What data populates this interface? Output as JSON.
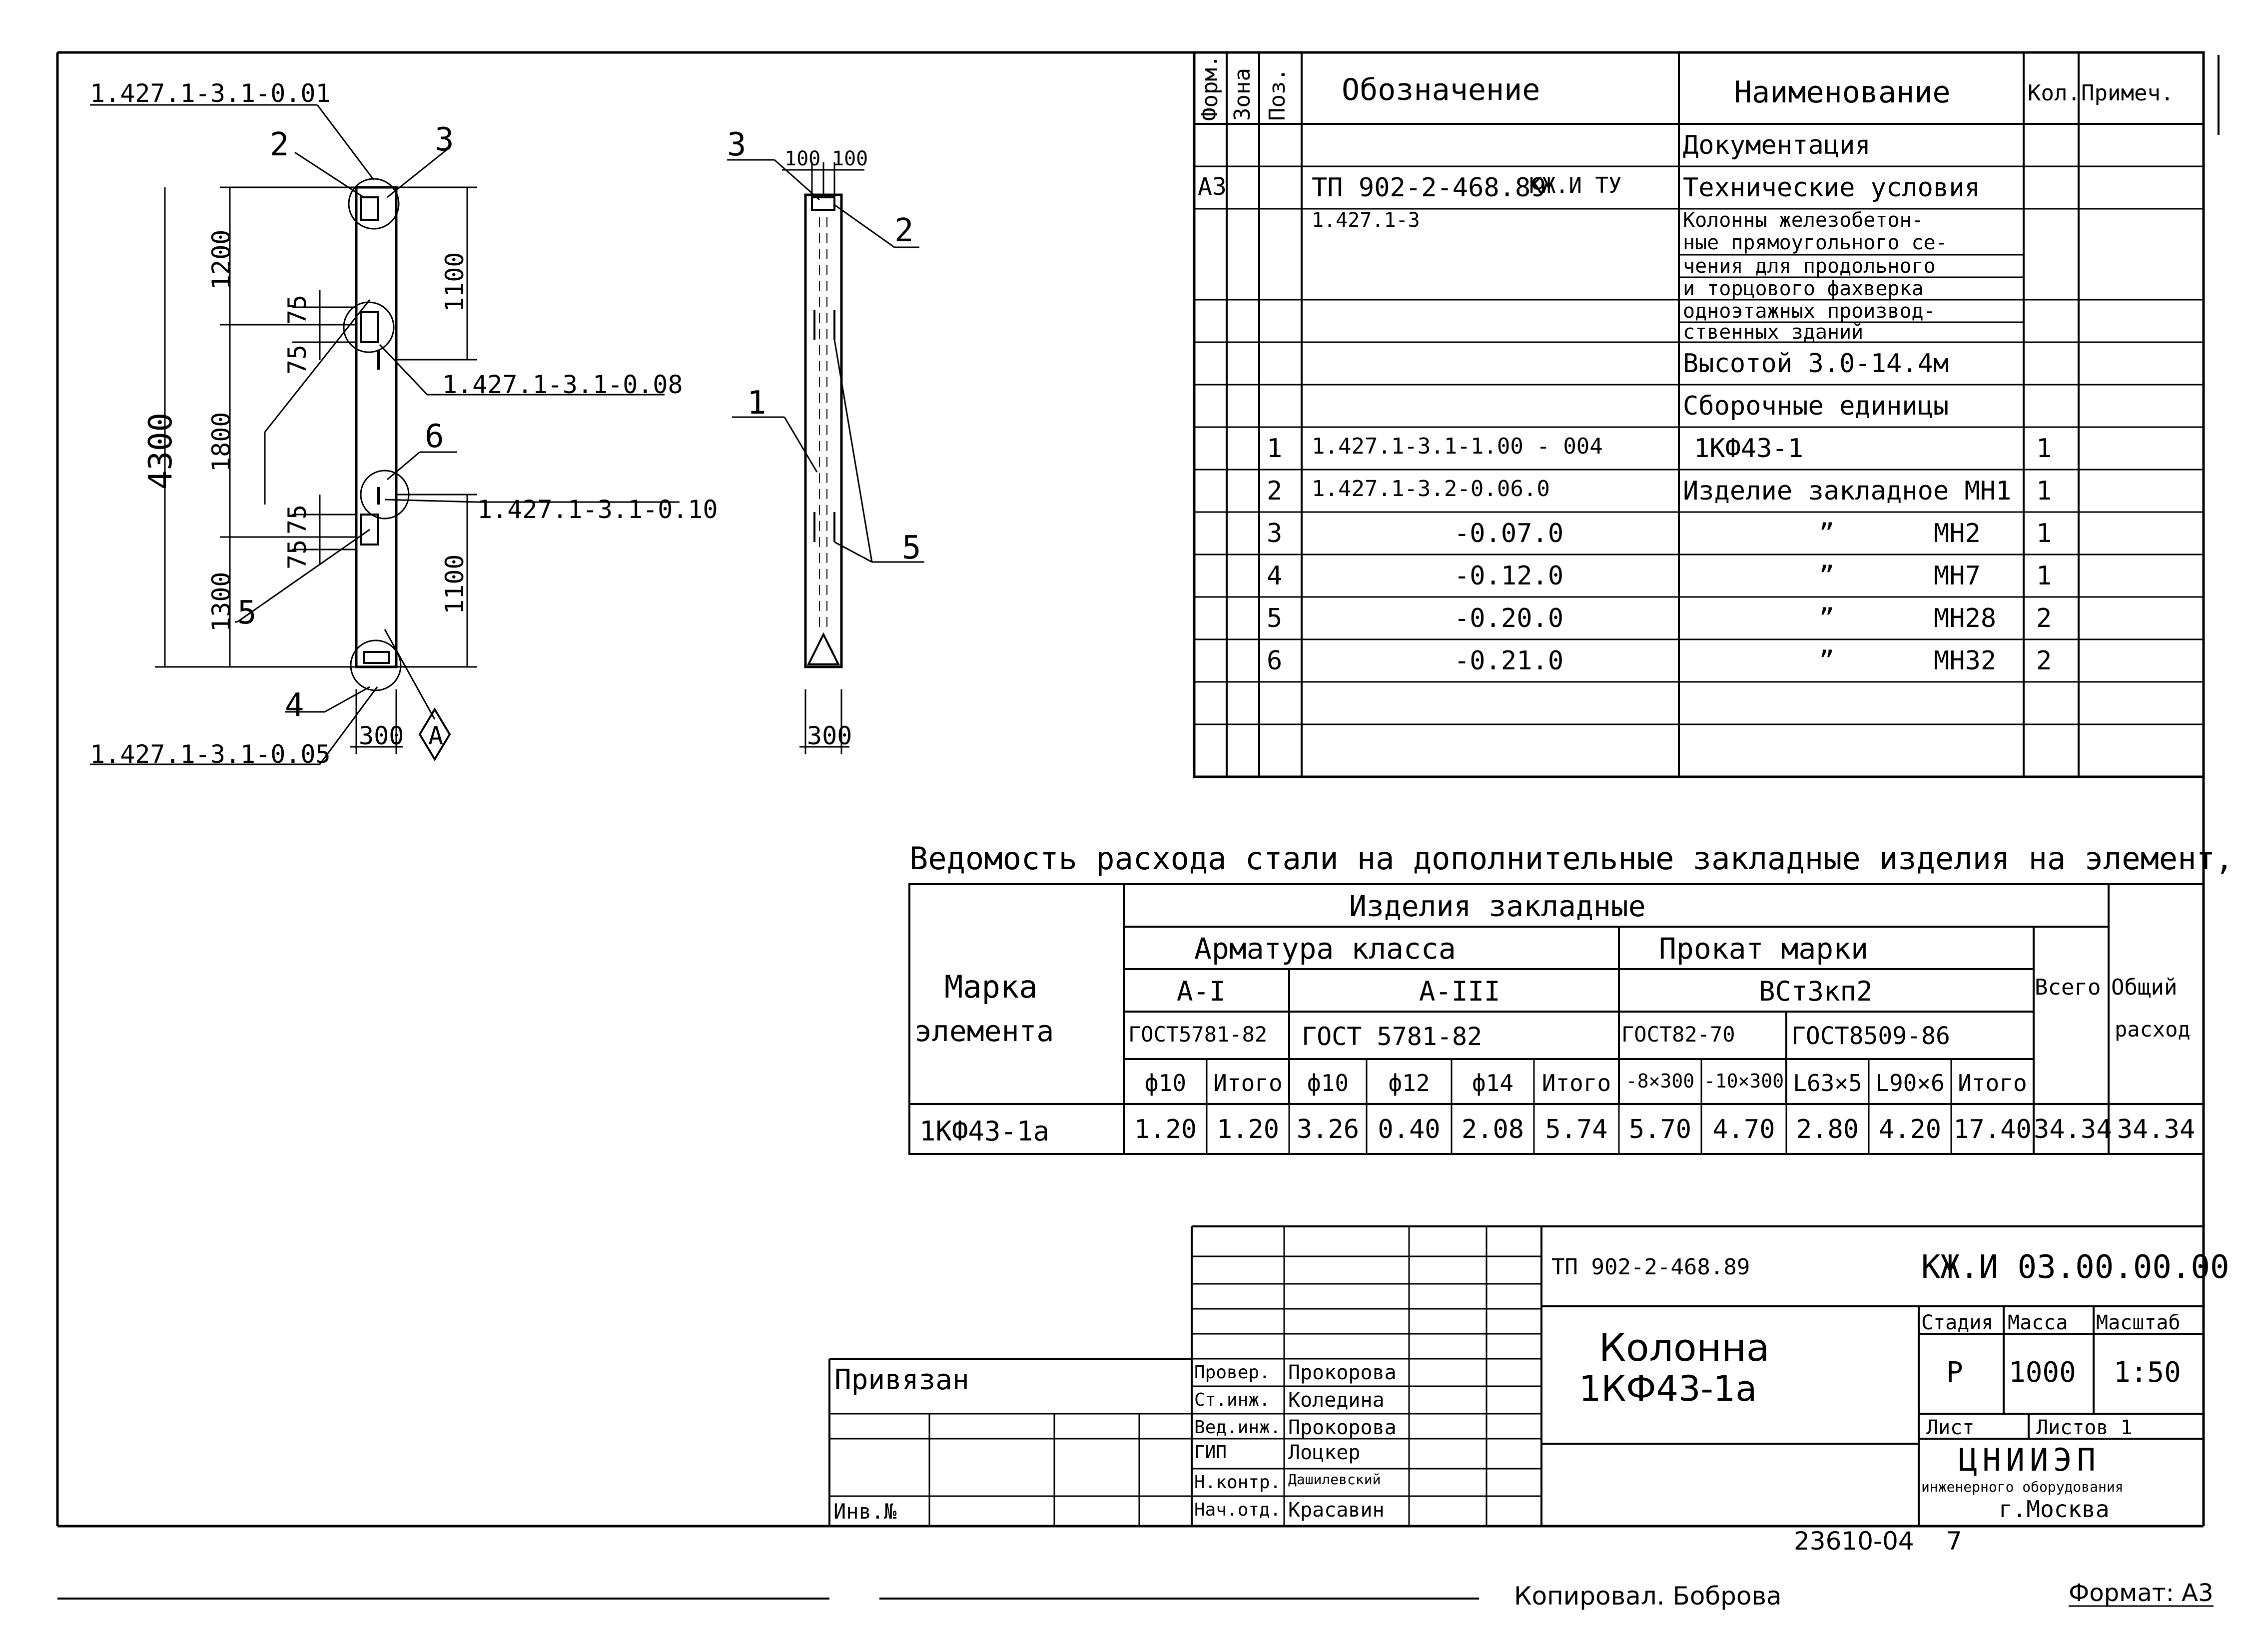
{
  "drawing": {
    "dims": {
      "total": "4300",
      "upper": "1200",
      "middle": "1800",
      "lower": "1300",
      "up_right": "1100",
      "low_right": "1100",
      "d75a": "75",
      "d75b": "75",
      "d75c": "75",
      "d75d": "75",
      "w300a": "300",
      "w300b": "300",
      "w100a": "100",
      "w100b": "100"
    },
    "labels": {
      "ref_001": "1.427.1-3.1-0.01",
      "ref_008": "1.427.1-3.1-0.08",
      "ref_010": "1.427.1-3.1-0.10",
      "ref_005": "1.427.1-3.1-0.05",
      "p2": "2",
      "p3": "3",
      "p4": "4",
      "p5": "5",
      "p6": "6",
      "side_p1": "1",
      "side_p2": "2",
      "side_p3": "3",
      "side_p5": "5",
      "view_a": "А"
    }
  },
  "spec": {
    "headers": {
      "form": "Форм.",
      "zone": "Зона",
      "pos": "Поз.",
      "designation": "Обозначение",
      "name": "Наименование",
      "qty": "Кол.",
      "note": "Примеч."
    },
    "rows": [
      {
        "form": "",
        "pos": "",
        "desig": "",
        "name": "Документация",
        "qty": ""
      },
      {
        "form": "А3",
        "pos": "",
        "desig": "ТП 902-2-468.89",
        "desig2": "КЖ.И ТУ",
        "name": "Технические условия",
        "qty": ""
      },
      {
        "form": "",
        "pos": "",
        "desig": "1.427.1-3",
        "name": "Колонны железобетон-",
        "qty": ""
      },
      {
        "form": "",
        "pos": "",
        "desig": "",
        "name": "ные прямоугольного се-",
        "qty": ""
      },
      {
        "form": "",
        "pos": "",
        "desig": "",
        "name": "чения для продольного",
        "qty": ""
      },
      {
        "form": "",
        "pos": "",
        "desig": "",
        "name": "и торцового фахверка",
        "qty": ""
      },
      {
        "form": "",
        "pos": "",
        "desig": "",
        "name": "одноэтажных производ-",
        "qty": ""
      },
      {
        "form": "",
        "pos": "",
        "desig": "",
        "name": "ственных зданий",
        "qty": ""
      },
      {
        "form": "",
        "pos": "",
        "desig": "",
        "name": "Высотой 3.0-14.4м",
        "qty": ""
      },
      {
        "form": "",
        "pos": "",
        "desig": "",
        "name": "Сборочные единицы",
        "qty": ""
      },
      {
        "form": "",
        "pos": "1",
        "desig": "1.427.1-3.1-1.00 - 004",
        "name": "1КФ43-1",
        "qty": "1"
      },
      {
        "form": "",
        "pos": "2",
        "desig": "1.427.1-3.2-0.06.0",
        "name": "Изделие закладное МН1",
        "qty": "1"
      },
      {
        "form": "",
        "pos": "3",
        "desig": "-0.07.0",
        "name": "”",
        "name2": "МН2",
        "qty": "1"
      },
      {
        "form": "",
        "pos": "4",
        "desig": "-0.12.0",
        "name": "”",
        "name2": "МН7",
        "qty": "1"
      },
      {
        "form": "",
        "pos": "5",
        "desig": "-0.20.0",
        "name": "”",
        "name2": "МН28",
        "qty": "2"
      },
      {
        "form": "",
        "pos": "6",
        "desig": "-0.21.0",
        "name": "”",
        "name2": "МН32",
        "qty": "2"
      }
    ]
  },
  "steel": {
    "title": "Ведомость расхода стали на дополнительные закладные изделия на элемент, кг.",
    "h_mark": "Марка",
    "h_mark2": "элемента",
    "h_items": "Изделия закладные",
    "h_rebar": "Арматура класса",
    "h_rolled": "Прокат марки",
    "h_a1": "А-I",
    "h_a3": "А-III",
    "h_vst": "ВСт3кп2",
    "h_gost5781a": "ГОСТ5781-82",
    "h_gost5781b": "ГОСТ 5781-82",
    "h_gost82": "ГОСТ82-70",
    "h_gost8509": "ГОСТ8509-86",
    "h_total": "Всего",
    "h_general": "Общий",
    "h_general2": "расход",
    "sub": [
      "ф10",
      "Итого",
      "ф10",
      "ф12",
      "ф14",
      "Итого",
      "-8×300",
      "-10×300",
      "L63×5",
      "L90×6",
      "Итого"
    ],
    "row_mark": "1КФ43-1а",
    "row_values": [
      "1.20",
      "1.20",
      "3.26",
      "0.40",
      "2.08",
      "5.74",
      "5.70",
      "4.70",
      "2.80",
      "4.20",
      "17.40",
      "34.34",
      "34.34"
    ]
  },
  "stamp": {
    "doc_code": "ТП 902-2-468.89",
    "sheet_code": "КЖ.И 03.00.00.00",
    "title1": "Колонна",
    "title2": "1КФ43-1а",
    "h_stage": "Стадия",
    "h_mass": "Масса",
    "h_scale": "Масштаб",
    "stage": "Р",
    "mass": "1000",
    "scale": "1:50",
    "sheet": "Лист",
    "sheets": "Листов 1",
    "org1": "ЦНИИЭП",
    "org2": "инженерного оборудования",
    "org3": "г.Москва",
    "privyazan": "Привязан",
    "inv": "Инв.№",
    "roles": [
      {
        "role": "Провер.",
        "name": "Прокорова"
      },
      {
        "role": "Ст.инж.",
        "name": "Коледина"
      },
      {
        "role": "Вед.инж.",
        "name": "Прокорова"
      },
      {
        "role": "ГИП",
        "name": "Лоцкер"
      },
      {
        "role": "Н.контр.",
        "name": "Дашилевский"
      },
      {
        "role": "Нач.отд.",
        "name": "Красавин"
      }
    ]
  },
  "footer": {
    "number": "23610-04",
    "page": "7",
    "copied": "Копировал. Боброва",
    "format": "Формат: А3"
  }
}
